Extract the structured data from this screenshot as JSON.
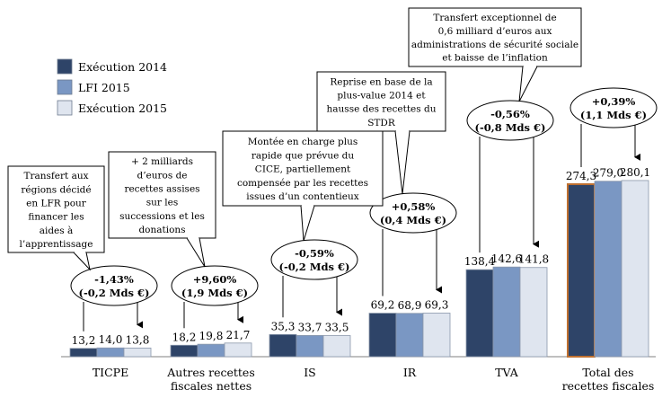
{
  "chart_data": {
    "type": "bar",
    "categories": [
      "TICPE",
      "Autres recettes fiscales nettes",
      "IS",
      "IR",
      "TVA",
      "Total des recettes fiscales"
    ],
    "category_lines": [
      [
        "TICPE"
      ],
      [
        "Autres recettes",
        "fiscales nettes"
      ],
      [
        "IS"
      ],
      [
        "IR"
      ],
      [
        "TVA"
      ],
      [
        "Total des",
        "recettes fiscales"
      ]
    ],
    "series": [
      {
        "name": "Exécution 2014",
        "color": "#2e4468",
        "values": [
          13.2,
          18.2,
          35.3,
          69.2,
          138.4,
          274.3
        ]
      },
      {
        "name": "LFI 2015",
        "color": "#7a97c3",
        "values": [
          14.0,
          19.8,
          33.7,
          68.9,
          142.6,
          279.0
        ]
      },
      {
        "name": "Exécution 2015",
        "color": "#dfe5ef",
        "values": [
          13.8,
          21.7,
          33.5,
          69.3,
          141.8,
          280.1
        ]
      }
    ],
    "value_labels": [
      [
        "13,2",
        "14,0",
        "13,8"
      ],
      [
        "18,2",
        "19,8",
        "21,7"
      ],
      [
        "35,3",
        "33,7",
        "33,5"
      ],
      [
        "69,2",
        "68,9",
        "69,3"
      ],
      [
        "138,4",
        "142,6",
        "141,8"
      ],
      [
        "274,3",
        "279,0",
        "280,1"
      ]
    ],
    "highlight_total_2014_border": "#c0702f",
    "variations": [
      {
        "category": "TICPE",
        "lines": [
          "-1,43%",
          "(-0,2 Mds €)"
        ]
      },
      {
        "category": "Autres recettes fiscales nettes",
        "lines": [
          "+9,60%",
          "(1,9 Mds €)"
        ]
      },
      {
        "category": "IS",
        "lines": [
          "-0,59%",
          "(-0,2 Mds €)"
        ]
      },
      {
        "category": "IR",
        "lines": [
          "+0,58%",
          "(0,4 Mds €)"
        ]
      },
      {
        "category": "TVA",
        "lines": [
          "-0,56%",
          "(-0,8 Mds €)"
        ]
      },
      {
        "category": "Total des recettes fiscales",
        "lines": [
          "+0,39%",
          "(1,1 Mds €)"
        ]
      }
    ],
    "annotations": [
      {
        "category": "TICPE",
        "lines": [
          "Transfert aux",
          "régions décidé",
          "en LFR pour",
          "financer les",
          "aides à",
          "l’apprentissage"
        ]
      },
      {
        "category": "Autres recettes fiscales nettes",
        "lines": [
          "+ 2 milliards",
          "d’euros de",
          "recettes assises",
          "sur les",
          "successions et les",
          "donations"
        ]
      },
      {
        "category": "IS",
        "lines": [
          "Montée en charge plus",
          "rapide que prévue du",
          "CICE, partiellement",
          "compensée par les recettes",
          "issues d’un contentieux"
        ]
      },
      {
        "category": "IR",
        "lines": [
          "Reprise en base de la",
          "plus-value 2014 et",
          "hausse des recettes du",
          "STDR"
        ]
      },
      {
        "category": "TVA",
        "lines": [
          "Transfert exceptionnel de",
          "0,6 milliard d’euros aux",
          "administrations de sécurité sociale",
          "et baisse de l’inflation"
        ]
      }
    ]
  }
}
